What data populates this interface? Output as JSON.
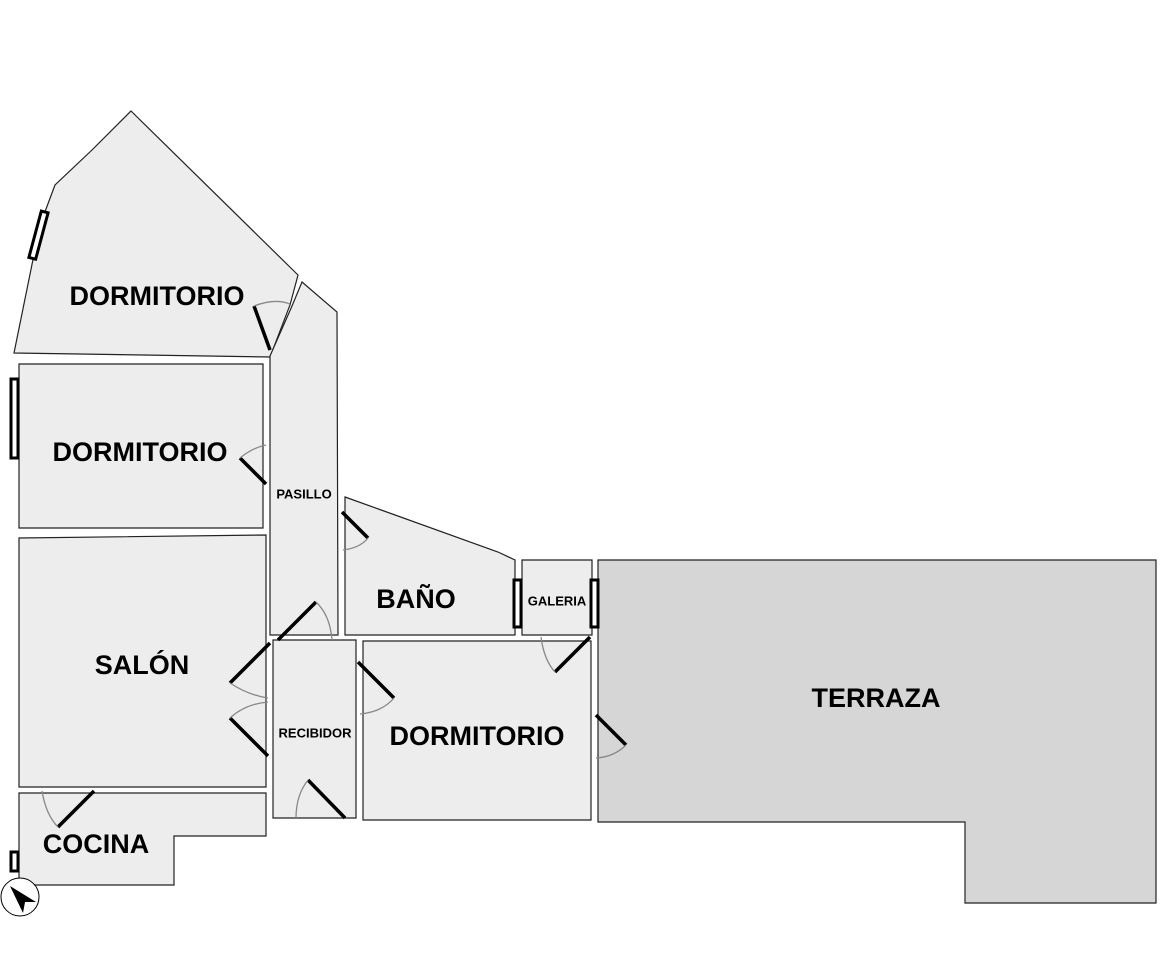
{
  "floorplan": {
    "rooms": {
      "dormitorio_top": "DORMITORIO",
      "dormitorio_left": "DORMITORIO",
      "pasillo": "PASILLO",
      "salon": "SALÓN",
      "cocina": "COCINA",
      "recibidor": "RECIBIDOR",
      "bano": "BAÑO",
      "galeria": "GALERIA",
      "dormitorio_center": "DORMITORIO",
      "terraza": "TERRAZA"
    },
    "colors": {
      "room_fill": "#ededed",
      "terrace_fill": "#d6d6d6"
    },
    "compass_icon": "north-arrow-icon"
  }
}
